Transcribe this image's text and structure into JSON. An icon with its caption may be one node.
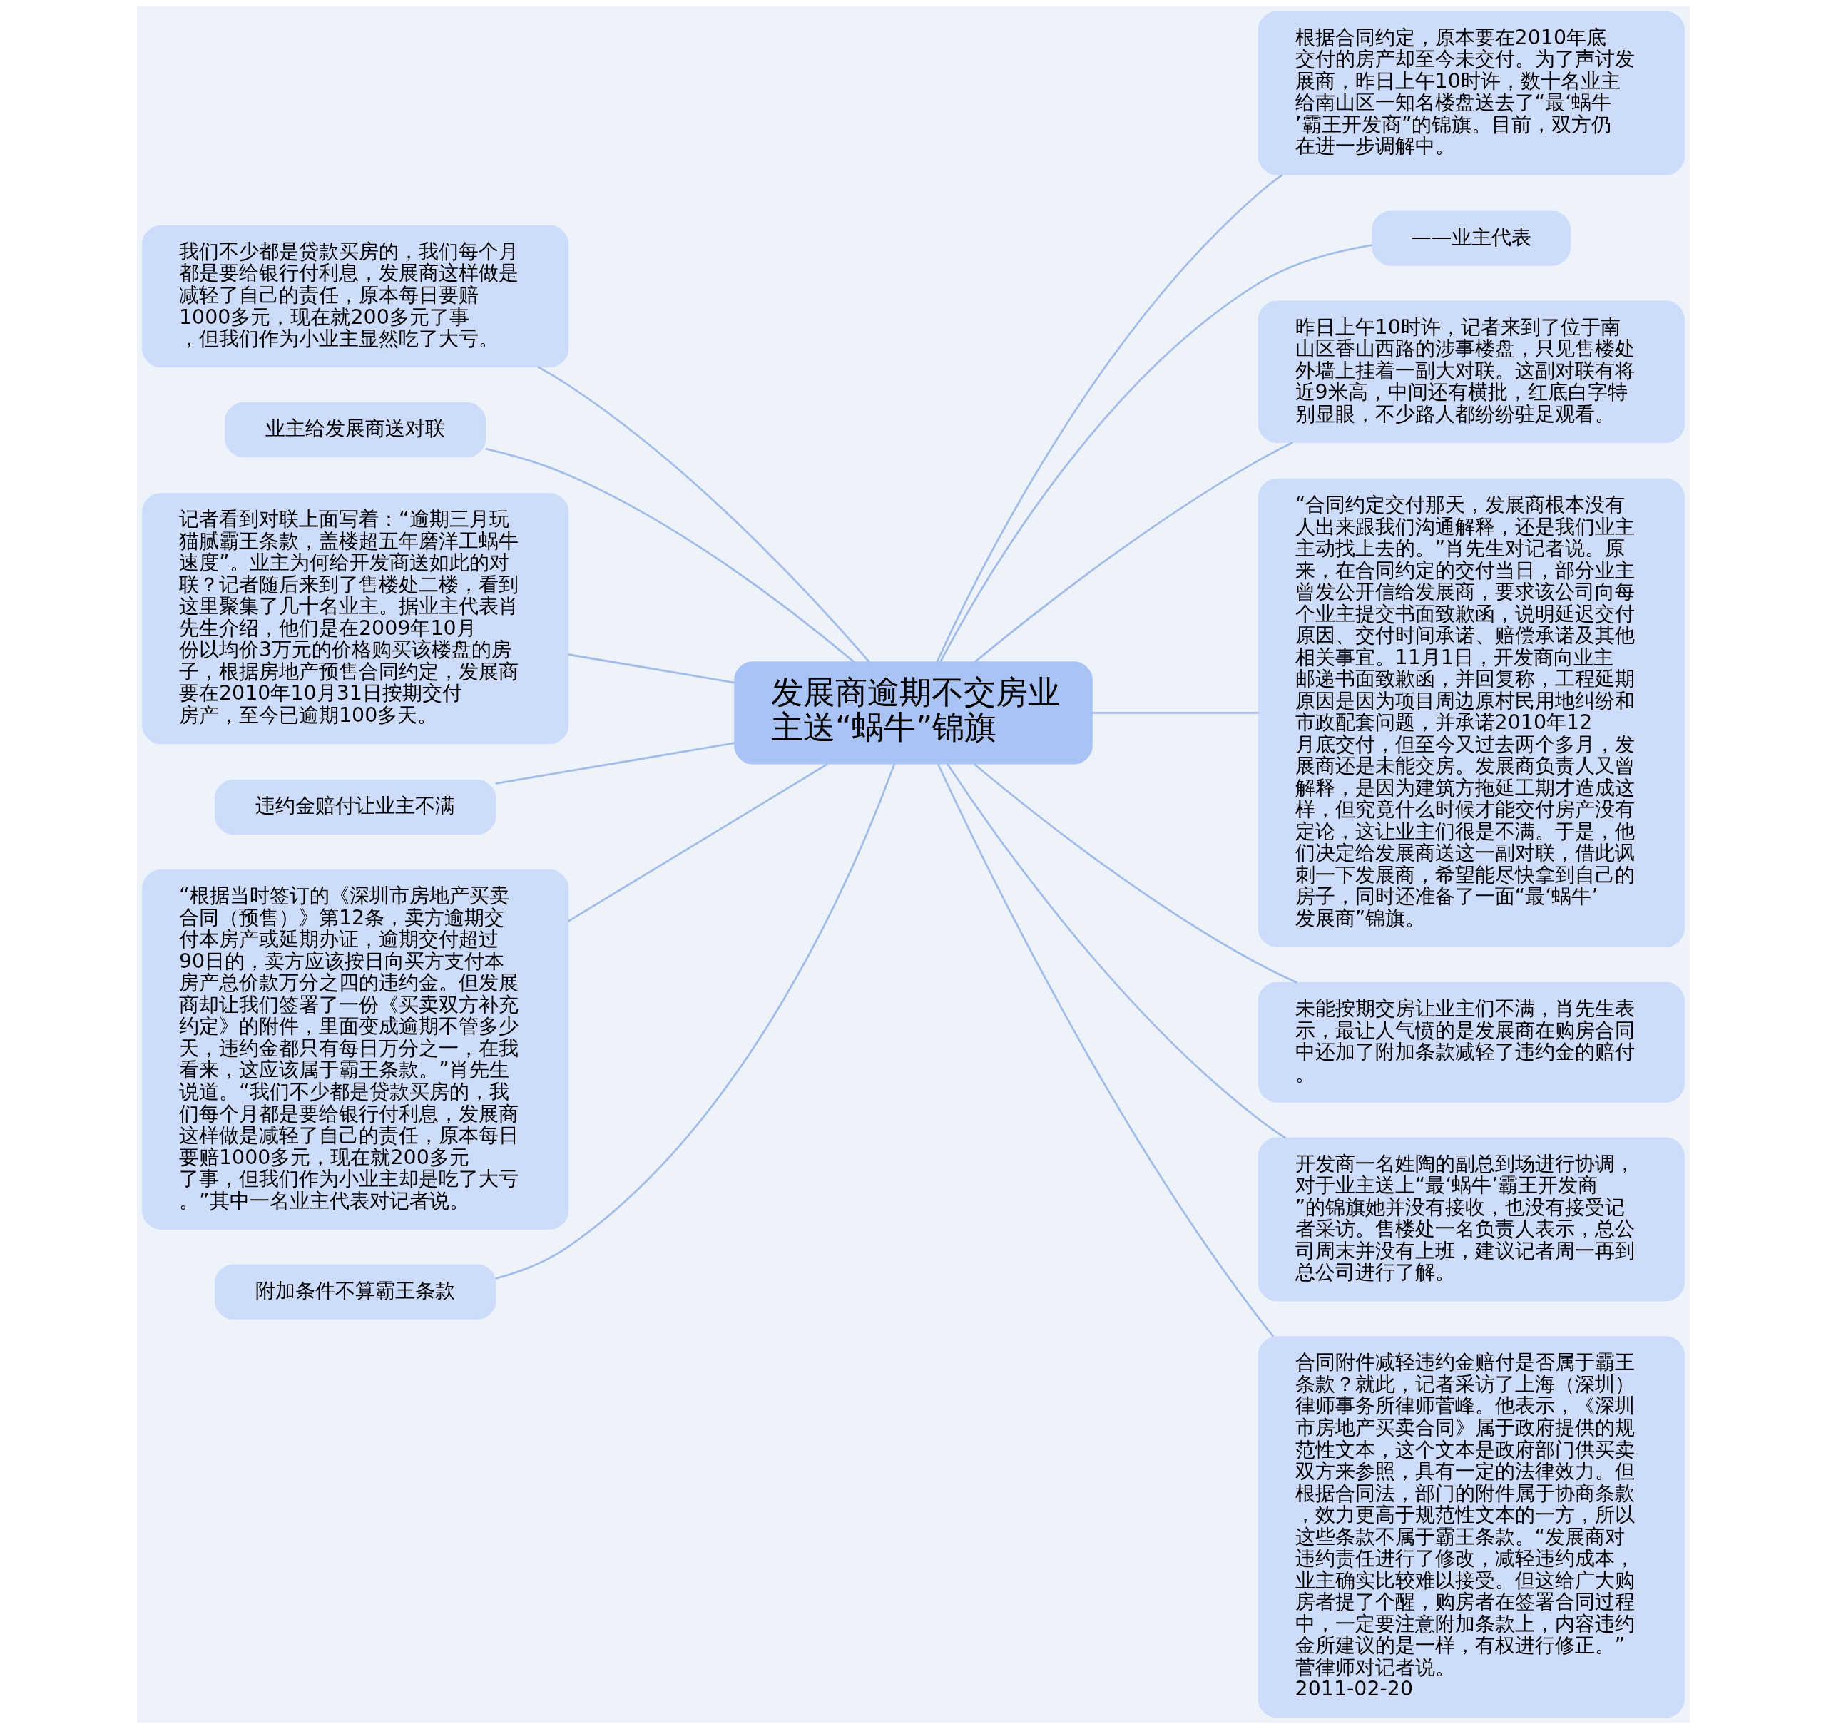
{
  "diagram": {
    "nodes": [
      {
        "text": [
          "发展商逾期不交房业主送“蜗牛”锦旗"
        ]
      },
      {
        "text": [
          "根据合同约定，原本要在2010年底交付的房产却至今未交付。为了声讨发展商，昨日上午10时许，数十名业主给南山区一知名楼盘送去了“最‘蜗牛’霸王开发商”的锦旗。目前，双方仍在进一步调解中。"
        ]
      },
      {
        "text": [
          "——业主代表"
        ]
      },
      {
        "text": [
          "昨日上午10时许，记者来到了位于南山区香山西路的涉事楼盘，只见售楼处外墙上挂着一副大对联。这副对联有将近9米高，中间还有横批，红底白字特别显眼，不少路人都纷纷驻足观看。"
        ]
      },
      {
        "text": [
          "“合同约定交付那天，发展商根本没有人出来跟我们沟通解释，还是我们业主主动找上去的。”肖先生对记者说。原来，在合同约定的交付当日，部分业主曾发公开信给发展商，要求该公司向每个业主提交书面致歉函，说明延迟交付原因、交付时间承诺、赔偿承诺及其他相关事宜。11月1日，开发商向业主邮递书面致歉函，并回复称，工程延期原因是因为项目周边原村民用地纠纷和市政配套问题，并承诺2010年12月底交付，但至今又过去两个多月，发展商还是未能交房。发展商负责人又曾解释，是因为建筑方拖延工期才造成这样，但究竟什么时候才能交付房产没有定论，这让业主们很是不满。于是，他们决定给发展商送这一副对联，借此讽刺一下发展商，希望能尽快拿到自己的房子，同时还准备了一面“最‘蜗牛’发展商”锦旗。"
        ]
      },
      {
        "text": [
          "未能按期交房让业主们不满，肖先生表示，最让人气愤的是发展商在购房合同中还加了附加条款减轻了违约金的赔付。"
        ]
      },
      {
        "text": [
          "开发商一名姓陶的副总到场进行协调，对于业主送上“最‘蜗牛’霸王开发商”的锦旗她并没有接收，也没有接受记者采访。售楼处一名负责人表示，总公司周末并没有上班，建议记者周一再到总公司进行了解。"
        ]
      },
      {
        "text": [
          "合同附件减轻违约金赔付是否属于霸王条款？就此，记者采访了上海（深圳）律师事务所律师菅峰。他表示，《深圳市房地产买卖合同》属于政府提供的规范性文本，这个文本是政府部门供买卖双方来参照，具有一定的法律效力。但根据合同法，部门的附件属于协商条款，效力更高于规范性文本的一方，所以这些条款不属于霸王条款。“发展商对违约责任进行了修改，减轻违约成本，业主确实比较难以接受。但这给广大购房者提了个醒，购房者在签署合同过程中，一定要注意附加条款上，内容违约金所建议的是一样，有权进行修正。”菅律师对记者说。2011-02-20"
        ]
      },
      {
        "text": [
          "我们不少都是贷款买房的，我们每个月都是要给银行付利息，发展商这样做是减轻了自己的责任，原本每日要赔1000多元，现在就200多元了事，但我们作为小业主显然吃了大亏。"
        ]
      },
      {
        "text": [
          "业主给发展商送对联"
        ]
      },
      {
        "text": [
          "记者看到对联上面写着：“逾期三月玩猫腻霸王条款，盖楼超五年磨洋工蜗牛速度”。业主为何给开发商送如此的对联？记者随后来到了售楼处二楼，看到这里聚集了几十名业主。据业主代表肖先生介绍，他们是在2009年10月份以均价3万元的价格购买该楼盘的房子，根据房地产预售合同约定，发展商要在2010年10月31日按期交付房产，至今已逾期100多天。"
        ]
      },
      {
        "text": [
          "违约金赔付让业主不满"
        ]
      },
      {
        "text": [
          "“根据当时签订的《深圳市房地产买卖合同（预售）》第12条，卖方逾期交付本房产或延期办证，逾期交付超过90日的，卖方应该按日向买方支付本房产总价款万分之四的违约金。但发展商却让我们签署了一份《买卖双方补充约定》的附件，里面变成逾期不管多少天，违约金都只有每日万分之一，在我看来，这应该属于霸王条款。”肖先生说道。“我们不少都是贷款买房的，我们每个月都是要给银行付利息，发展商这样做是减轻了自己的责任，原本每日要赔1000多元，现在就200多元了事，但我们作为小业主却是吃了大亏。”其中一名业主代表对记者说。"
        ]
      },
      {
        "text": [
          "附加条件不算霸王条款"
        ]
      }
    ],
    "edges": [
      {
        "from": 0,
        "to": 1,
        "arrow": "none"
      },
      {
        "from": 0,
        "to": 2,
        "arrow": "none"
      },
      {
        "from": 0,
        "to": 3,
        "arrow": "none"
      },
      {
        "from": 0,
        "to": 4,
        "arrow": "none"
      },
      {
        "from": 0,
        "to": 5,
        "arrow": "none"
      },
      {
        "from": 0,
        "to": 6,
        "arrow": "none"
      },
      {
        "from": 0,
        "to": 7,
        "arrow": "none"
      },
      {
        "from": 8,
        "to": 0,
        "arrow": "none"
      },
      {
        "from": 9,
        "to": 0,
        "arrow": "none"
      },
      {
        "from": 10,
        "to": 0,
        "arrow": "none"
      },
      {
        "from": 11,
        "to": 0,
        "arrow": "none"
      },
      {
        "from": 12,
        "to": 0,
        "arrow": "none"
      },
      {
        "from": 13,
        "to": 0,
        "arrow": "none"
      }
    ]
  }
}
